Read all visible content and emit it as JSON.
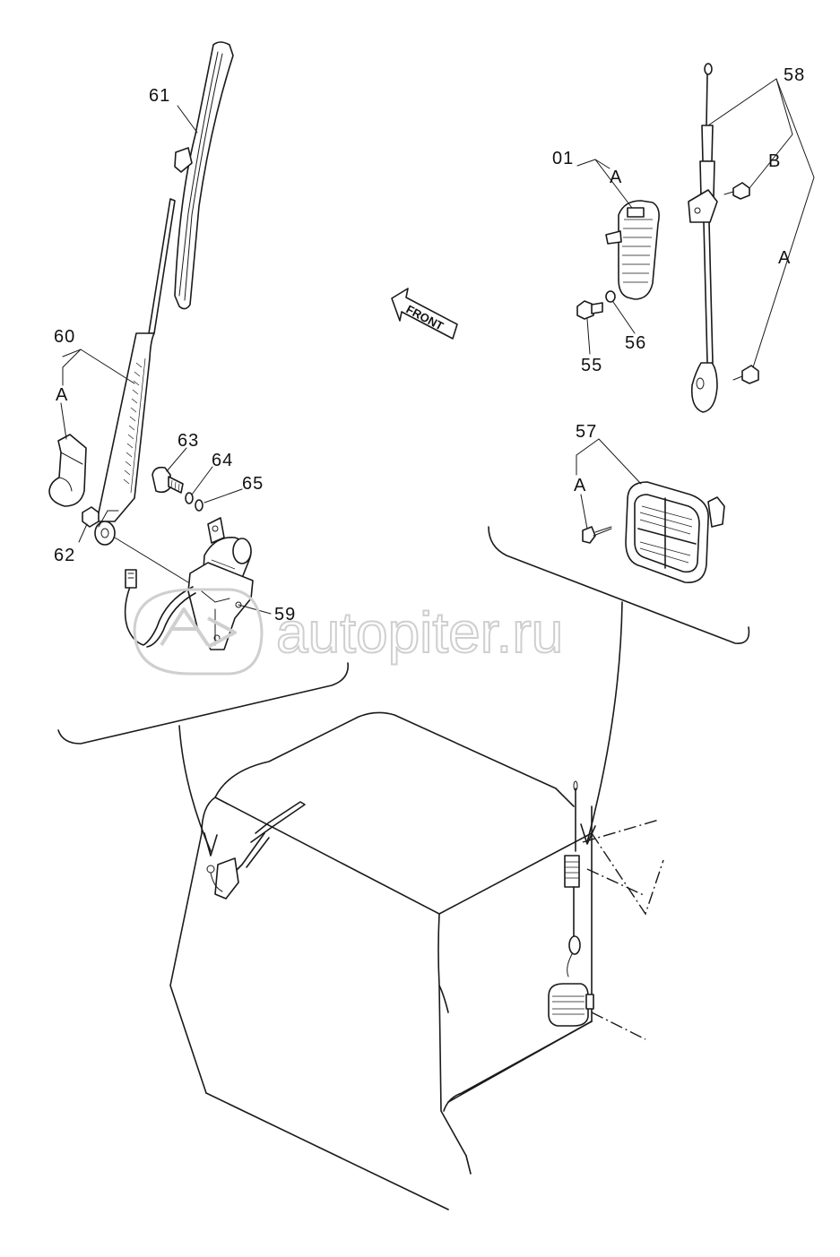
{
  "labels": {
    "p61": "61",
    "p60": "60",
    "p62": "62",
    "p63": "63",
    "p64": "64",
    "p65": "65",
    "p59": "59",
    "p58": "58",
    "p57": "57",
    "p56": "56",
    "p55": "55",
    "p01": "01",
    "a_60": "A",
    "a_01": "A",
    "a_58": "A",
    "b_58": "B",
    "a_57": "A"
  },
  "front_arrow": "FRONT",
  "watermark": "autopiter.ru"
}
